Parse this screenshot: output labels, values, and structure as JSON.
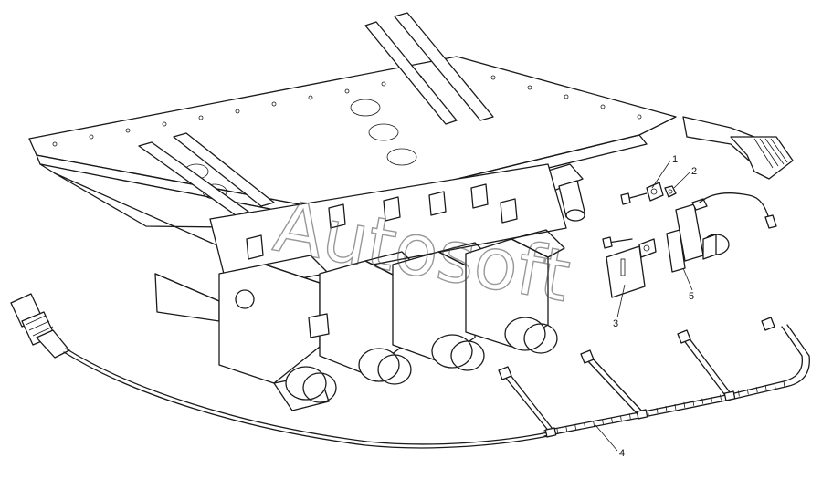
{
  "watermark": "Autosoft",
  "callouts": [
    {
      "id": "1",
      "label": "1"
    },
    {
      "id": "2",
      "label": "2"
    },
    {
      "id": "3",
      "label": "3"
    },
    {
      "id": "4",
      "label": "4"
    },
    {
      "id": "5",
      "label": "5"
    }
  ]
}
